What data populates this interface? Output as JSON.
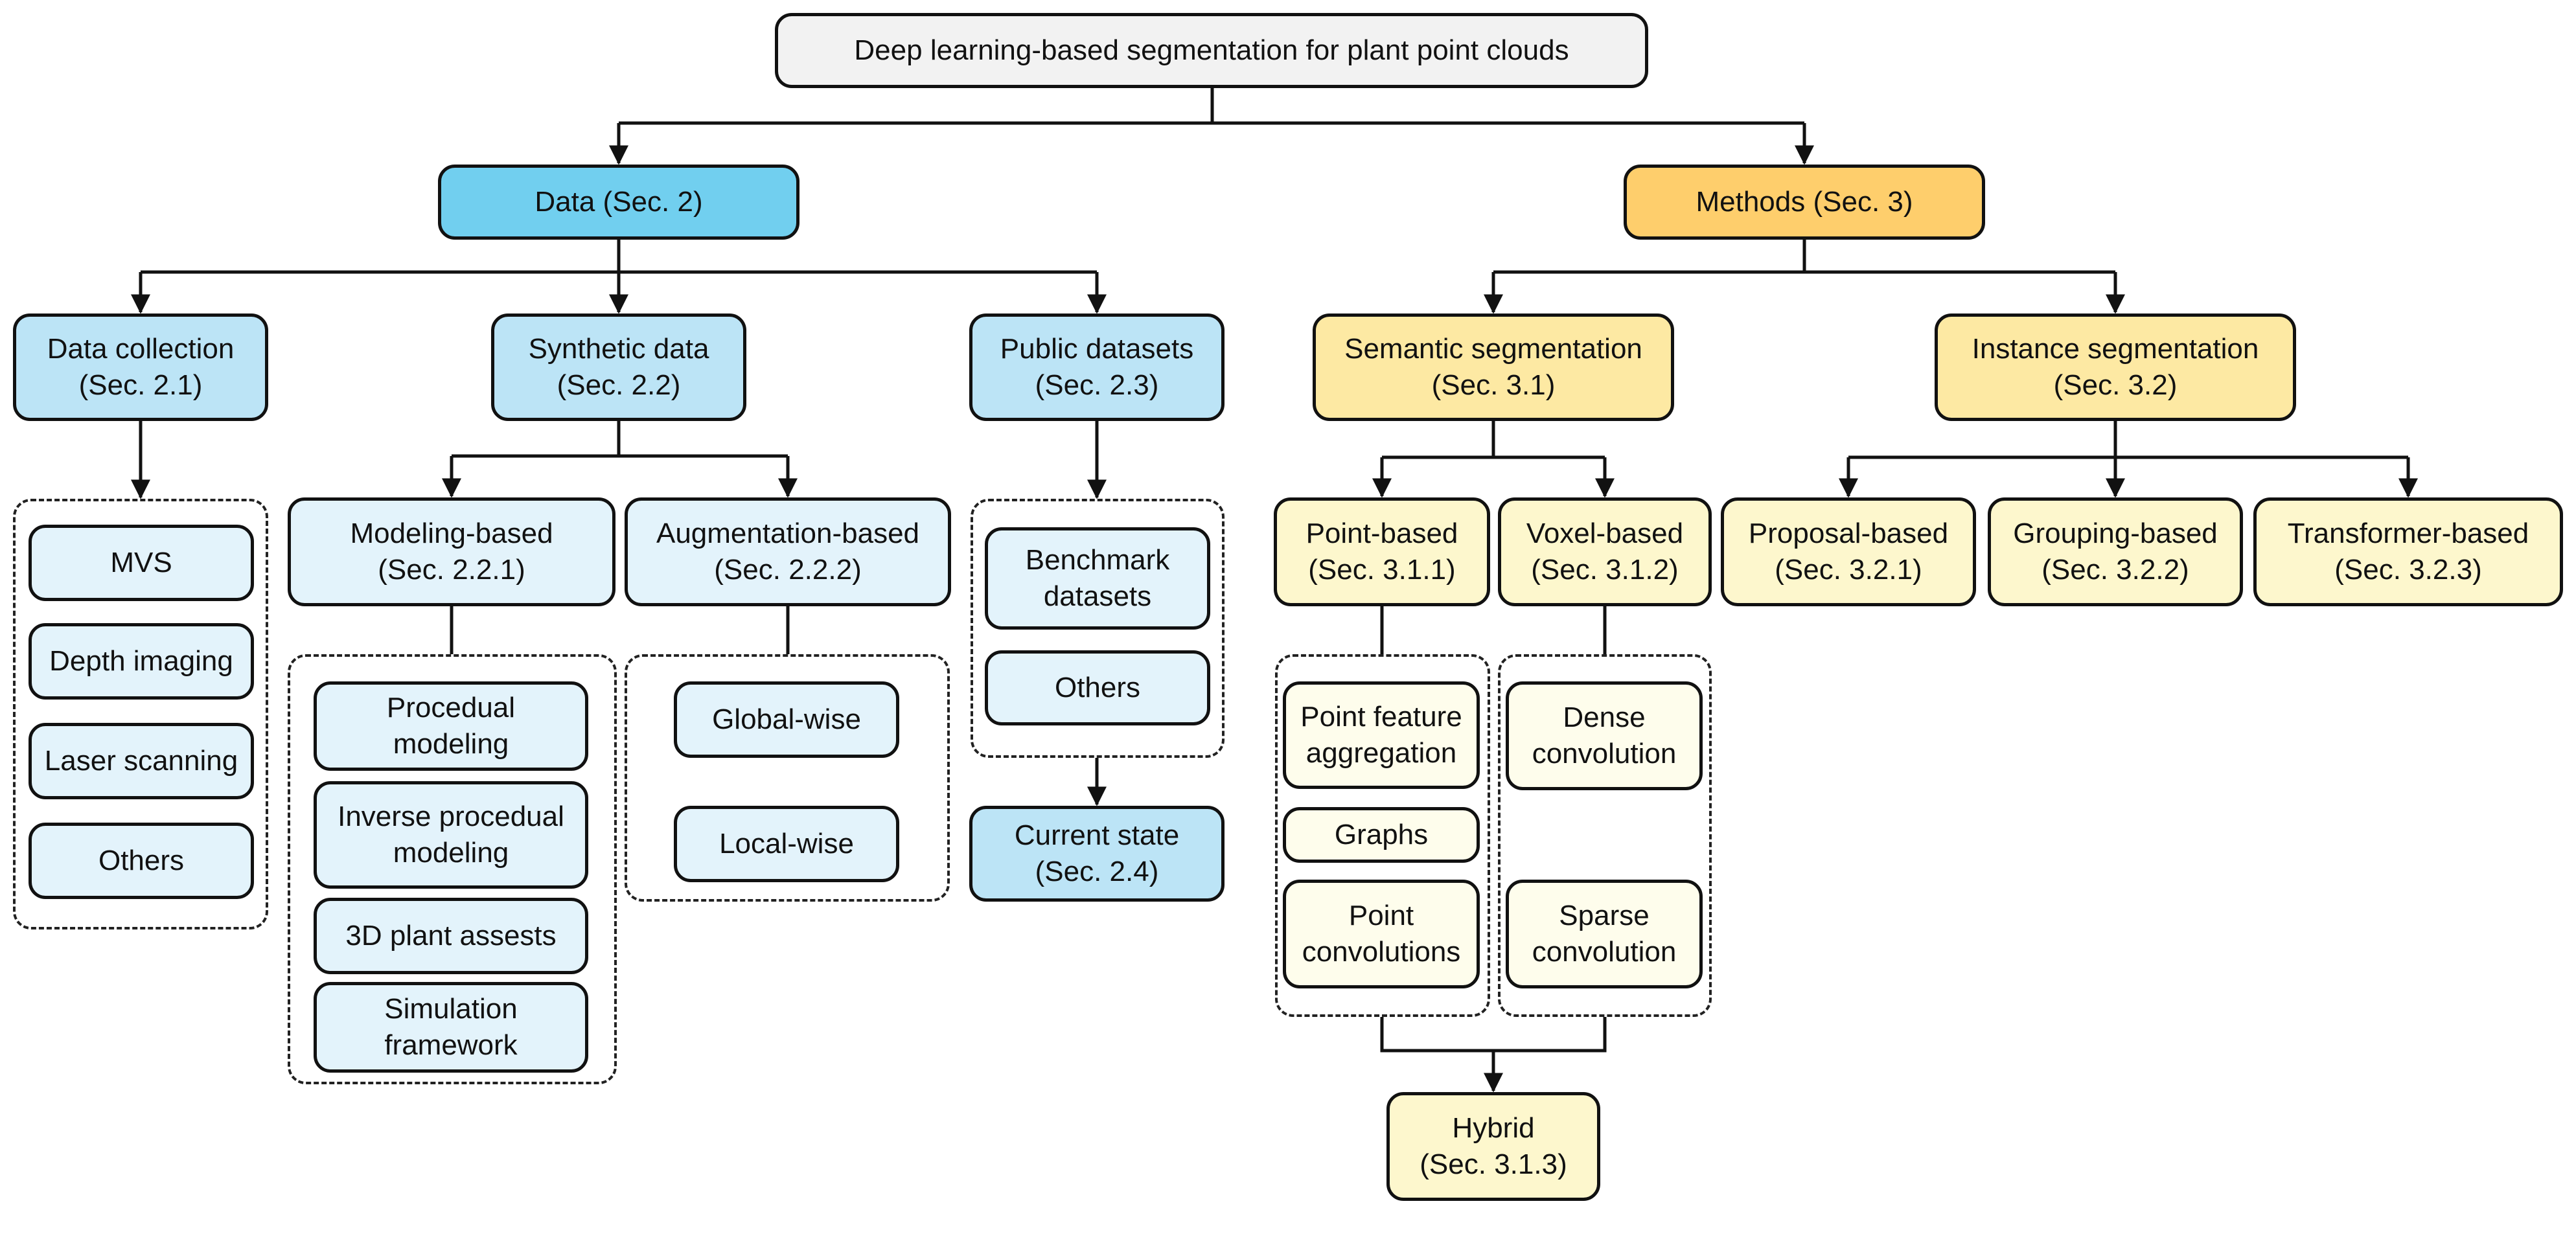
{
  "colors": {
    "root": "#f2f2f2",
    "data_main": "#71cfef",
    "data_sub": "#bce4f6",
    "data_leaf": "#e3f3fb",
    "methods_main": "#fece6c",
    "methods_sub": "#fde9a3",
    "methods_leaf": "#fdf7cd",
    "methods_item": "#fefdec",
    "line": "#111111"
  },
  "nodes": {
    "root": "Deep learning-based segmentation for plant point clouds",
    "data": "Data (Sec. 2)",
    "methods": "Methods (Sec. 3)",
    "data_collection": "Data collection\n(Sec. 2.1)",
    "synthetic_data": "Synthetic data\n(Sec. 2.2)",
    "public_datasets": "Public datasets\n(Sec. 2.3)",
    "mvs": "MVS",
    "depth_imaging": "Depth imaging",
    "laser_scanning": "Laser scanning",
    "others_collection": "Others",
    "modeling_based": "Modeling-based\n(Sec. 2.2.1)",
    "augmentation_based": "Augmentation-based\n(Sec. 2.2.2)",
    "procedual_modeling": "Procedual\nmodeling",
    "inverse_procedual_modeling": "Inverse procedual\nmodeling",
    "plant_assests": "3D plant assests",
    "simulation_framework": "Simulation\nframework",
    "global_wise": "Global-wise",
    "local_wise": "Local-wise",
    "benchmark_datasets": "Benchmark\ndatasets",
    "others_datasets": "Others",
    "current_state": "Current state\n(Sec. 2.4)",
    "semantic_segmentation": "Semantic segmentation\n(Sec. 3.1)",
    "instance_segmentation": "Instance segmentation\n(Sec. 3.2)",
    "point_based": "Point-based\n(Sec. 3.1.1)",
    "voxel_based": "Voxel-based\n(Sec. 3.1.2)",
    "point_feature_aggregation": "Point feature\naggregation",
    "graphs": "Graphs",
    "point_convolutions": "Point\nconvolutions",
    "dense_convolution": "Dense\nconvolution",
    "sparse_convolution": "Sparse\nconvolution",
    "hybrid": "Hybrid\n(Sec. 3.1.3)",
    "proposal_based": "Proposal-based\n(Sec. 3.2.1)",
    "grouping_based": "Grouping-based\n(Sec. 3.2.2)",
    "transformer_based": "Transformer-based\n(Sec. 3.2.3)"
  }
}
